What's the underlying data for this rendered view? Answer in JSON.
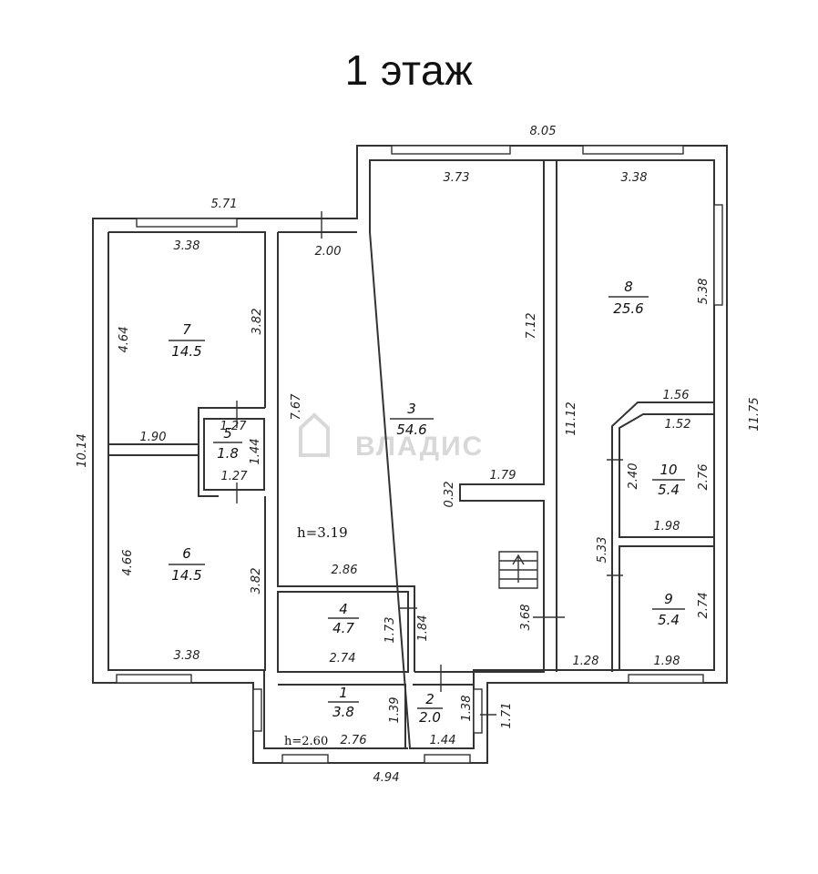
{
  "title": "1 этаж",
  "watermark": "ВЛАДИС",
  "heights": {
    "main": "h=3.19",
    "entry": "h=2.60"
  },
  "rooms": [
    {
      "number": "1",
      "area": "3.8"
    },
    {
      "number": "2",
      "area": "2.0"
    },
    {
      "number": "3",
      "area": "54.6"
    },
    {
      "number": "4",
      "area": "4.7"
    },
    {
      "number": "5",
      "area": "1.8"
    },
    {
      "number": "6",
      "area": "14.5"
    },
    {
      "number": "7",
      "area": "14.5"
    },
    {
      "number": "8",
      "area": "25.6"
    },
    {
      "number": "9",
      "area": "5.4"
    },
    {
      "number": "10",
      "area": "5.4"
    }
  ],
  "dims": {
    "top_total": "8.05",
    "left_top": "5.71",
    "r3_top": "3.73",
    "r8_top": "3.38",
    "r7_top": "3.38",
    "r3_left_top": "2.00",
    "r7_left": "4.64",
    "r7_right": "3.82",
    "r3_inner": "7.12",
    "r8_right": "5.38",
    "r3_left": "7.67",
    "r8_left": "11.12",
    "right_total": "11.75",
    "r8_step": "1.56",
    "r10_top": "1.52",
    "left_total": "10.14",
    "r7_bottom": "1.90",
    "r5_w": "1.27",
    "r5_h": "1.44",
    "r5_bottom": "1.27",
    "r10_left": "2.40",
    "r10_right": "2.76",
    "r3_notch_v": "0.32",
    "r3_notch_h": "1.79",
    "r10_bottom": "1.98",
    "r9_left": "5.33",
    "r6_left": "4.66",
    "r6_right": "3.82",
    "r3_bottom": "2.86",
    "r9_right": "2.74",
    "r4_left": "1.73",
    "r4_right": "1.84",
    "r3_door": "3.68",
    "r6_bottom": "3.38",
    "r4_bottom": "2.74",
    "r8_bottom": "1.28",
    "r9_bottom": "1.98",
    "r1_right": "1.39",
    "r2_right": "1.38",
    "r2_side": "1.71",
    "r1_bottom": "2.76",
    "r2_bottom": "1.44",
    "bottom_total": "4.94"
  }
}
